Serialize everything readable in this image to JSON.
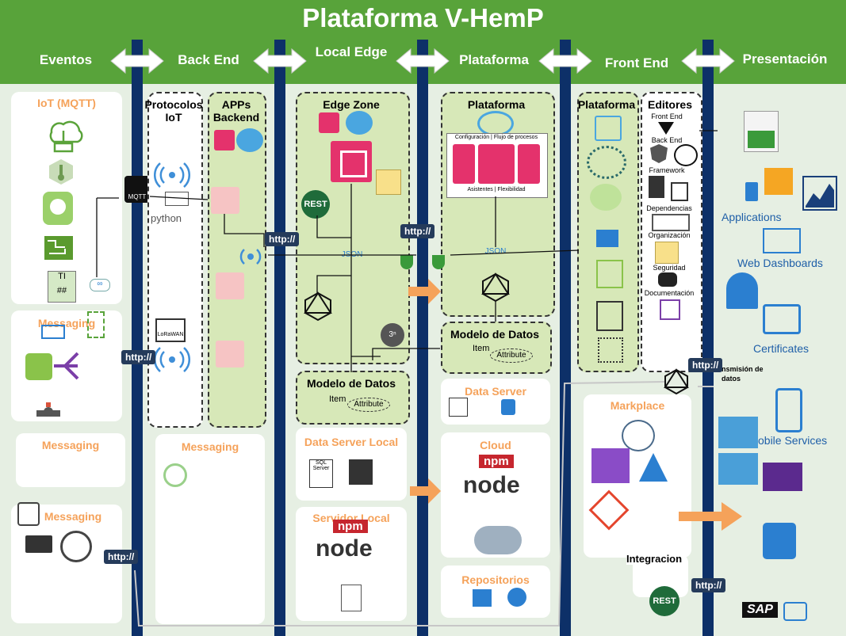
{
  "title": "Plataforma V-HemP",
  "columns": {
    "eventos": "Eventos",
    "backend": "Back End",
    "local_edge": "Local Edge",
    "plataforma": "Plataforma",
    "frontend": "Front End",
    "presentacion": "Presentación"
  },
  "eventos": {
    "iot": "IoT (MQTT)",
    "messaging1": "Messaging",
    "messaging2": "Messaging",
    "messaging3": "Messaging",
    "tag_ti": "TI",
    "tag_hash": "##",
    "mqtt": "MQTT"
  },
  "backend": {
    "protocolos": "Protocolos IoT",
    "apps": "APPs Backend",
    "python": "python",
    "lorawan": "LoRaWAN",
    "messaging": "Messaging"
  },
  "edge": {
    "zone": "Edge Zone",
    "rest": "REST",
    "json": "JSON",
    "modelo": "Modelo de Datos",
    "item": "Item",
    "attribute": "Attribute",
    "data_server_local": "Data Server Local",
    "servidor_local": "Servidor Local",
    "sql": "SQL Server"
  },
  "plataforma": {
    "plat": "Plataforma",
    "config": "Configuración | Flujo de procesos",
    "asistentes": "Asistentes | Flexibilidad",
    "json": "JSON",
    "modelo": "Modelo de Datos",
    "item": "Item",
    "attribute": "Attribute",
    "data_server": "Data Server",
    "cloud": "Cloud",
    "repositorios": "Repositorios",
    "npm": "npm",
    "node": "node"
  },
  "frontend": {
    "plataforma": "Plataforma",
    "editores": "Editores",
    "front_end": "Front End",
    "back_end": "Back End",
    "framework": "Framework",
    "dependencias": "Dependencias",
    "organizacion": "Organización",
    "seguridad": "Seguridad",
    "documentacion": "Documentación",
    "markplace": "Markplace",
    "integracion": "Integracion",
    "rest": "REST"
  },
  "presentacion": {
    "applications": "Applications",
    "web_dashboards": "Web Dashboards",
    "certificates": "Certificates",
    "transmision": "nsmisión de datos",
    "mobile": "obile Services",
    "sap": "SAP"
  },
  "http": "http://",
  "colors": {
    "green_header": "#58a33a",
    "navy": "#0e3a78",
    "orange": "#f5a25a",
    "light_green": "#d7e8b8",
    "pink": "#e4326c"
  }
}
